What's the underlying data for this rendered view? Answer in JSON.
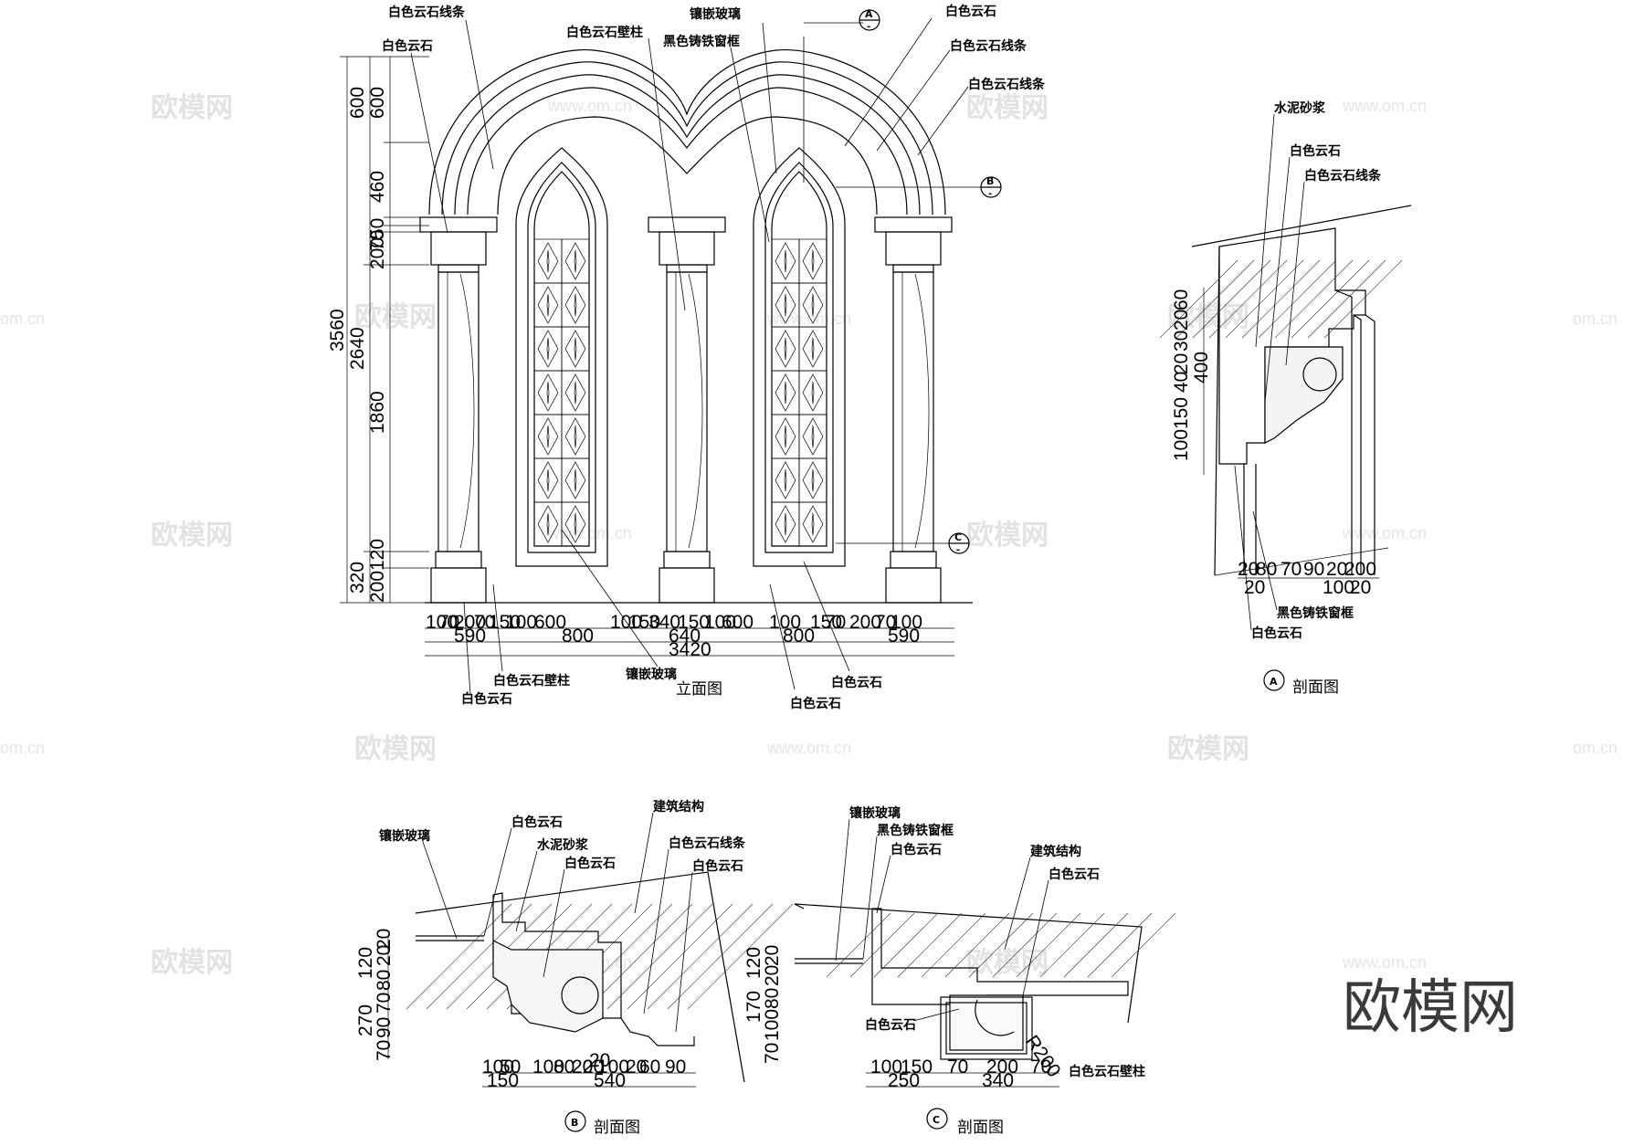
{
  "elevation": {
    "caption": "立面图",
    "labels": {
      "top_line_left": "白色云石线条",
      "top_stone_left": "白色云石",
      "pilaster_top": "白色云石壁柱",
      "inlay_glass_top": "镶嵌玻璃",
      "iron_frame_top": "黑色铸铁窗框",
      "stone_right_1": "白色云石",
      "line_right_1": "白色云石线条",
      "line_right_2": "白色云石线条",
      "bottom_pilaster": "白色云石壁柱",
      "bottom_stone_left": "白色云石",
      "bottom_glass": "镶嵌玻璃",
      "bottom_stone_right": "白色云石",
      "bottom_stone_mid": "白色云石"
    },
    "section_marks": [
      "A",
      "B",
      "C"
    ],
    "section_sub": "-",
    "left_dims_outer": [
      "3560"
    ],
    "left_dims_mid": [
      "2640",
      "600",
      "320"
    ],
    "left_dims_inner": [
      "600",
      "460",
      "50",
      "70",
      "200",
      "1860",
      "120",
      "200"
    ],
    "bottom_dims_row1": [
      "100",
      "70",
      "200",
      "70",
      "150",
      "100",
      "600",
      "100",
      "150",
      "340",
      "150",
      "100",
      "600",
      "100",
      "150",
      "70",
      "200",
      "70",
      "100"
    ],
    "bottom_dims_row2": [
      "590",
      "800",
      "640",
      "800",
      "590"
    ],
    "bottom_dims_total": "3420"
  },
  "section_a": {
    "caption": "剖面图",
    "mark": "A",
    "labels": [
      "水泥砂浆",
      "白色云石",
      "白色云石线条",
      "黑色铸铁窗框",
      "白色云石"
    ],
    "vertical_dims": [
      "400",
      "100",
      "150",
      "40",
      "20",
      "30",
      "20",
      "60"
    ],
    "bottom_dims_row1": [
      "20",
      "80",
      "70",
      "90",
      "20",
      "200"
    ],
    "bottom_dims_row2": [
      "20",
      "100",
      "20"
    ]
  },
  "section_b": {
    "caption": "剖面图",
    "mark": "B",
    "labels": [
      "镶嵌玻璃",
      "白色云石",
      "水泥砂浆",
      "白色云石",
      "建筑结构",
      "白色云石线条",
      "白色云石"
    ],
    "vertical_dims": [
      "270",
      "120",
      "70",
      "90",
      "70",
      "80",
      "20",
      "20"
    ],
    "vertical_dims_right": [
      "170",
      "120",
      "70",
      "100",
      "80",
      "20",
      "20"
    ],
    "bottom_dims_row1": [
      "100",
      "50",
      "100",
      "80",
      "20",
      "20",
      "100",
      "20",
      "60",
      "90"
    ],
    "bottom_dims_row2": [
      "150",
      "540"
    ],
    "bottom_dims_note": "20"
  },
  "section_c": {
    "caption": "剖面图",
    "mark": "C",
    "labels": [
      "镶嵌玻璃",
      "黑色铸铁窗框",
      "白色云石",
      "建筑结构",
      "白色云石",
      "白色云石",
      "白色云石壁柱"
    ],
    "radius": "R200",
    "bottom_dims_row1": [
      "100",
      "150",
      "70",
      "200",
      "70"
    ],
    "bottom_dims_row2": [
      "250",
      "340"
    ]
  },
  "watermark": {
    "brand": "欧模网",
    "url": "www.om.cn",
    "url_partial": "om.cn"
  }
}
